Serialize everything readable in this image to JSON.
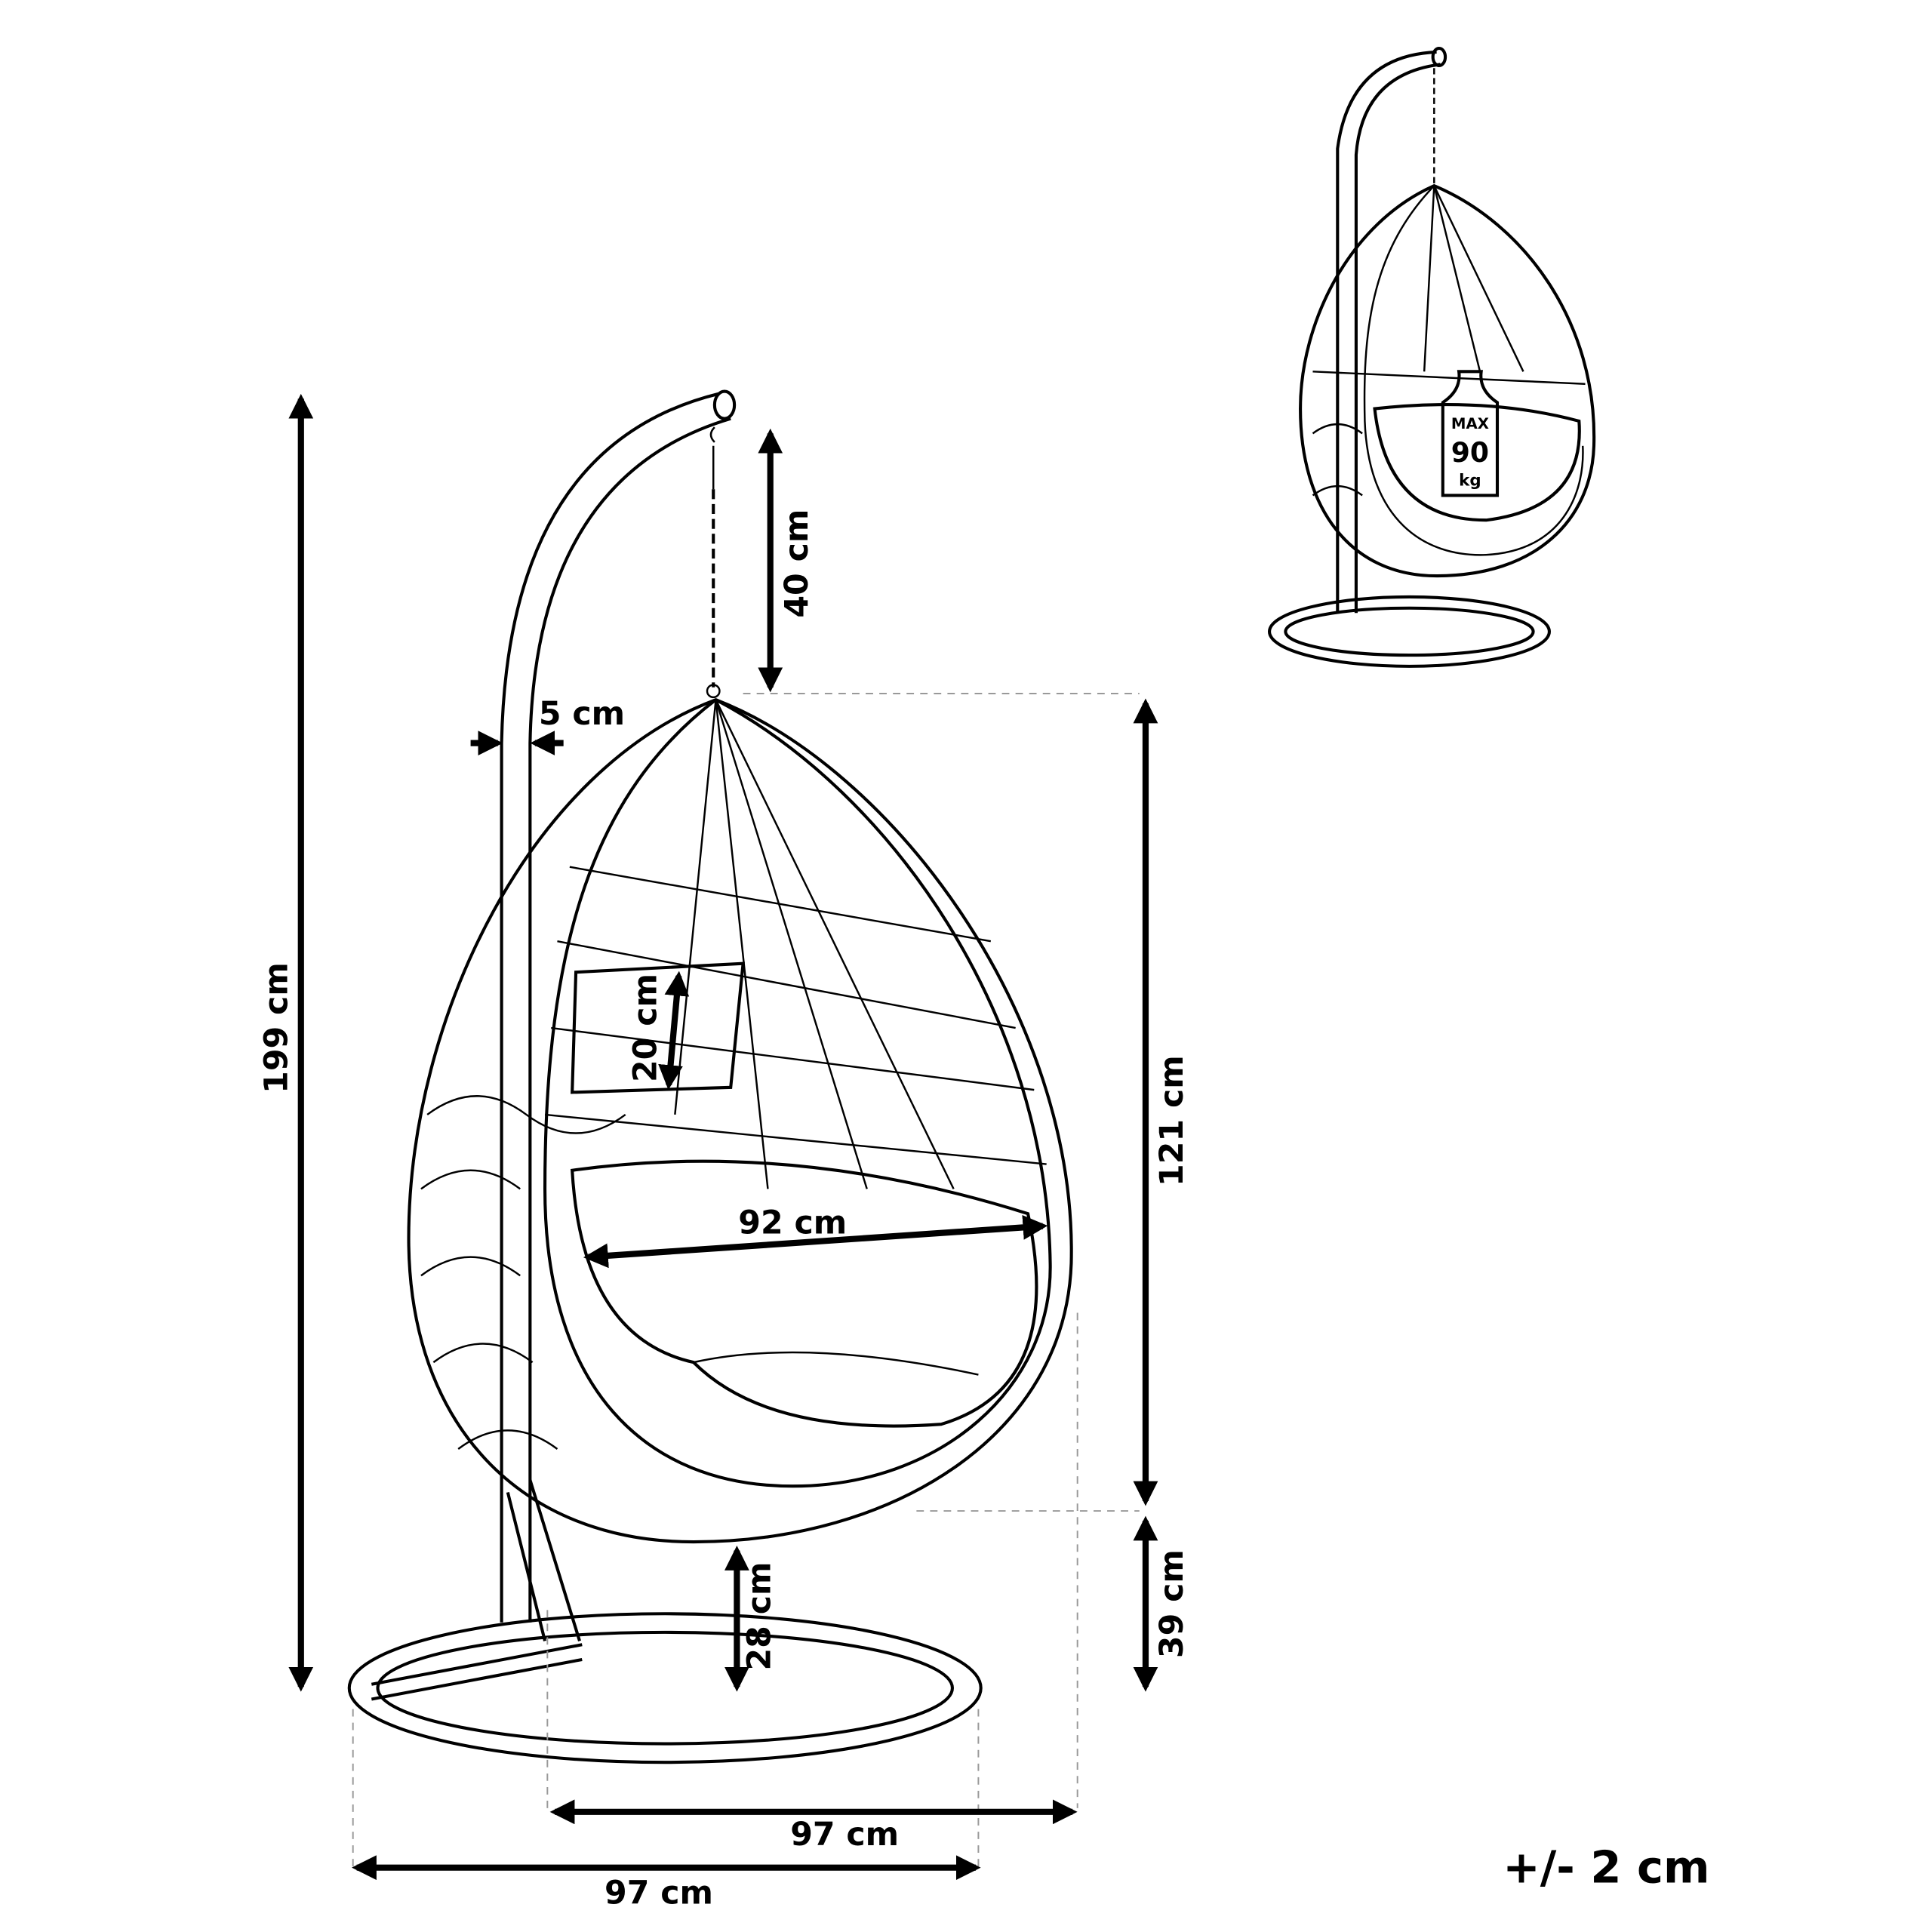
{
  "dimensions": {
    "total_height": "199 cm",
    "chain_length": "40 cm",
    "pole_thickness": "5 cm",
    "pillow_height": "20 cm",
    "seat_width": "92 cm",
    "basket_height": "121 cm",
    "basket_clearance": "39 cm",
    "seat_to_base": "28 cm",
    "basket_depth": "97 cm",
    "base_diameter": "97 cm"
  },
  "tolerance": "+/- 2 cm",
  "max_load": {
    "line1": "MAX",
    "line2": "90",
    "line3": "kg"
  }
}
